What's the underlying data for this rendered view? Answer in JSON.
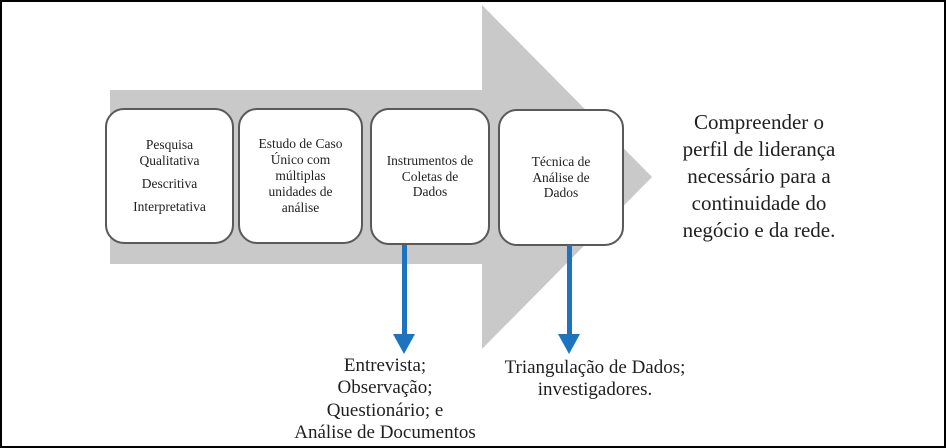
{
  "diagram": {
    "kind": "research-methodology-flow",
    "flow_boxes": [
      {
        "label_paragraphs": [
          "Pesquisa Qualitativa",
          "Descritiva",
          "Interpretativa"
        ]
      },
      {
        "label": "Estudo de Caso\nÚnico com\nmúltiplas\nunidades de\nanálise"
      },
      {
        "label": "Instrumentos de\nColetas de\nDados"
      },
      {
        "label": "Técnica de\nAnálise de\nDados"
      }
    ],
    "outcome_text": "Compreender o\nperfil de liderança\nnecessário para a\ncontinuidade do\nnegócio e da rede.",
    "callouts": [
      {
        "text": "Entrevista;\nObservação;\nQuestionário; e\nAnálise de Documentos"
      },
      {
        "text": "Triangulação de Dados;\ninvestigadores."
      }
    ],
    "colors": {
      "main_arrow_fill": "#c9c9c9",
      "box_border": "#595959",
      "callout_arrow_blue": "#1e73be",
      "text": "#1f1f1f",
      "frame_border": "#000000",
      "background": "#ffffff"
    }
  }
}
